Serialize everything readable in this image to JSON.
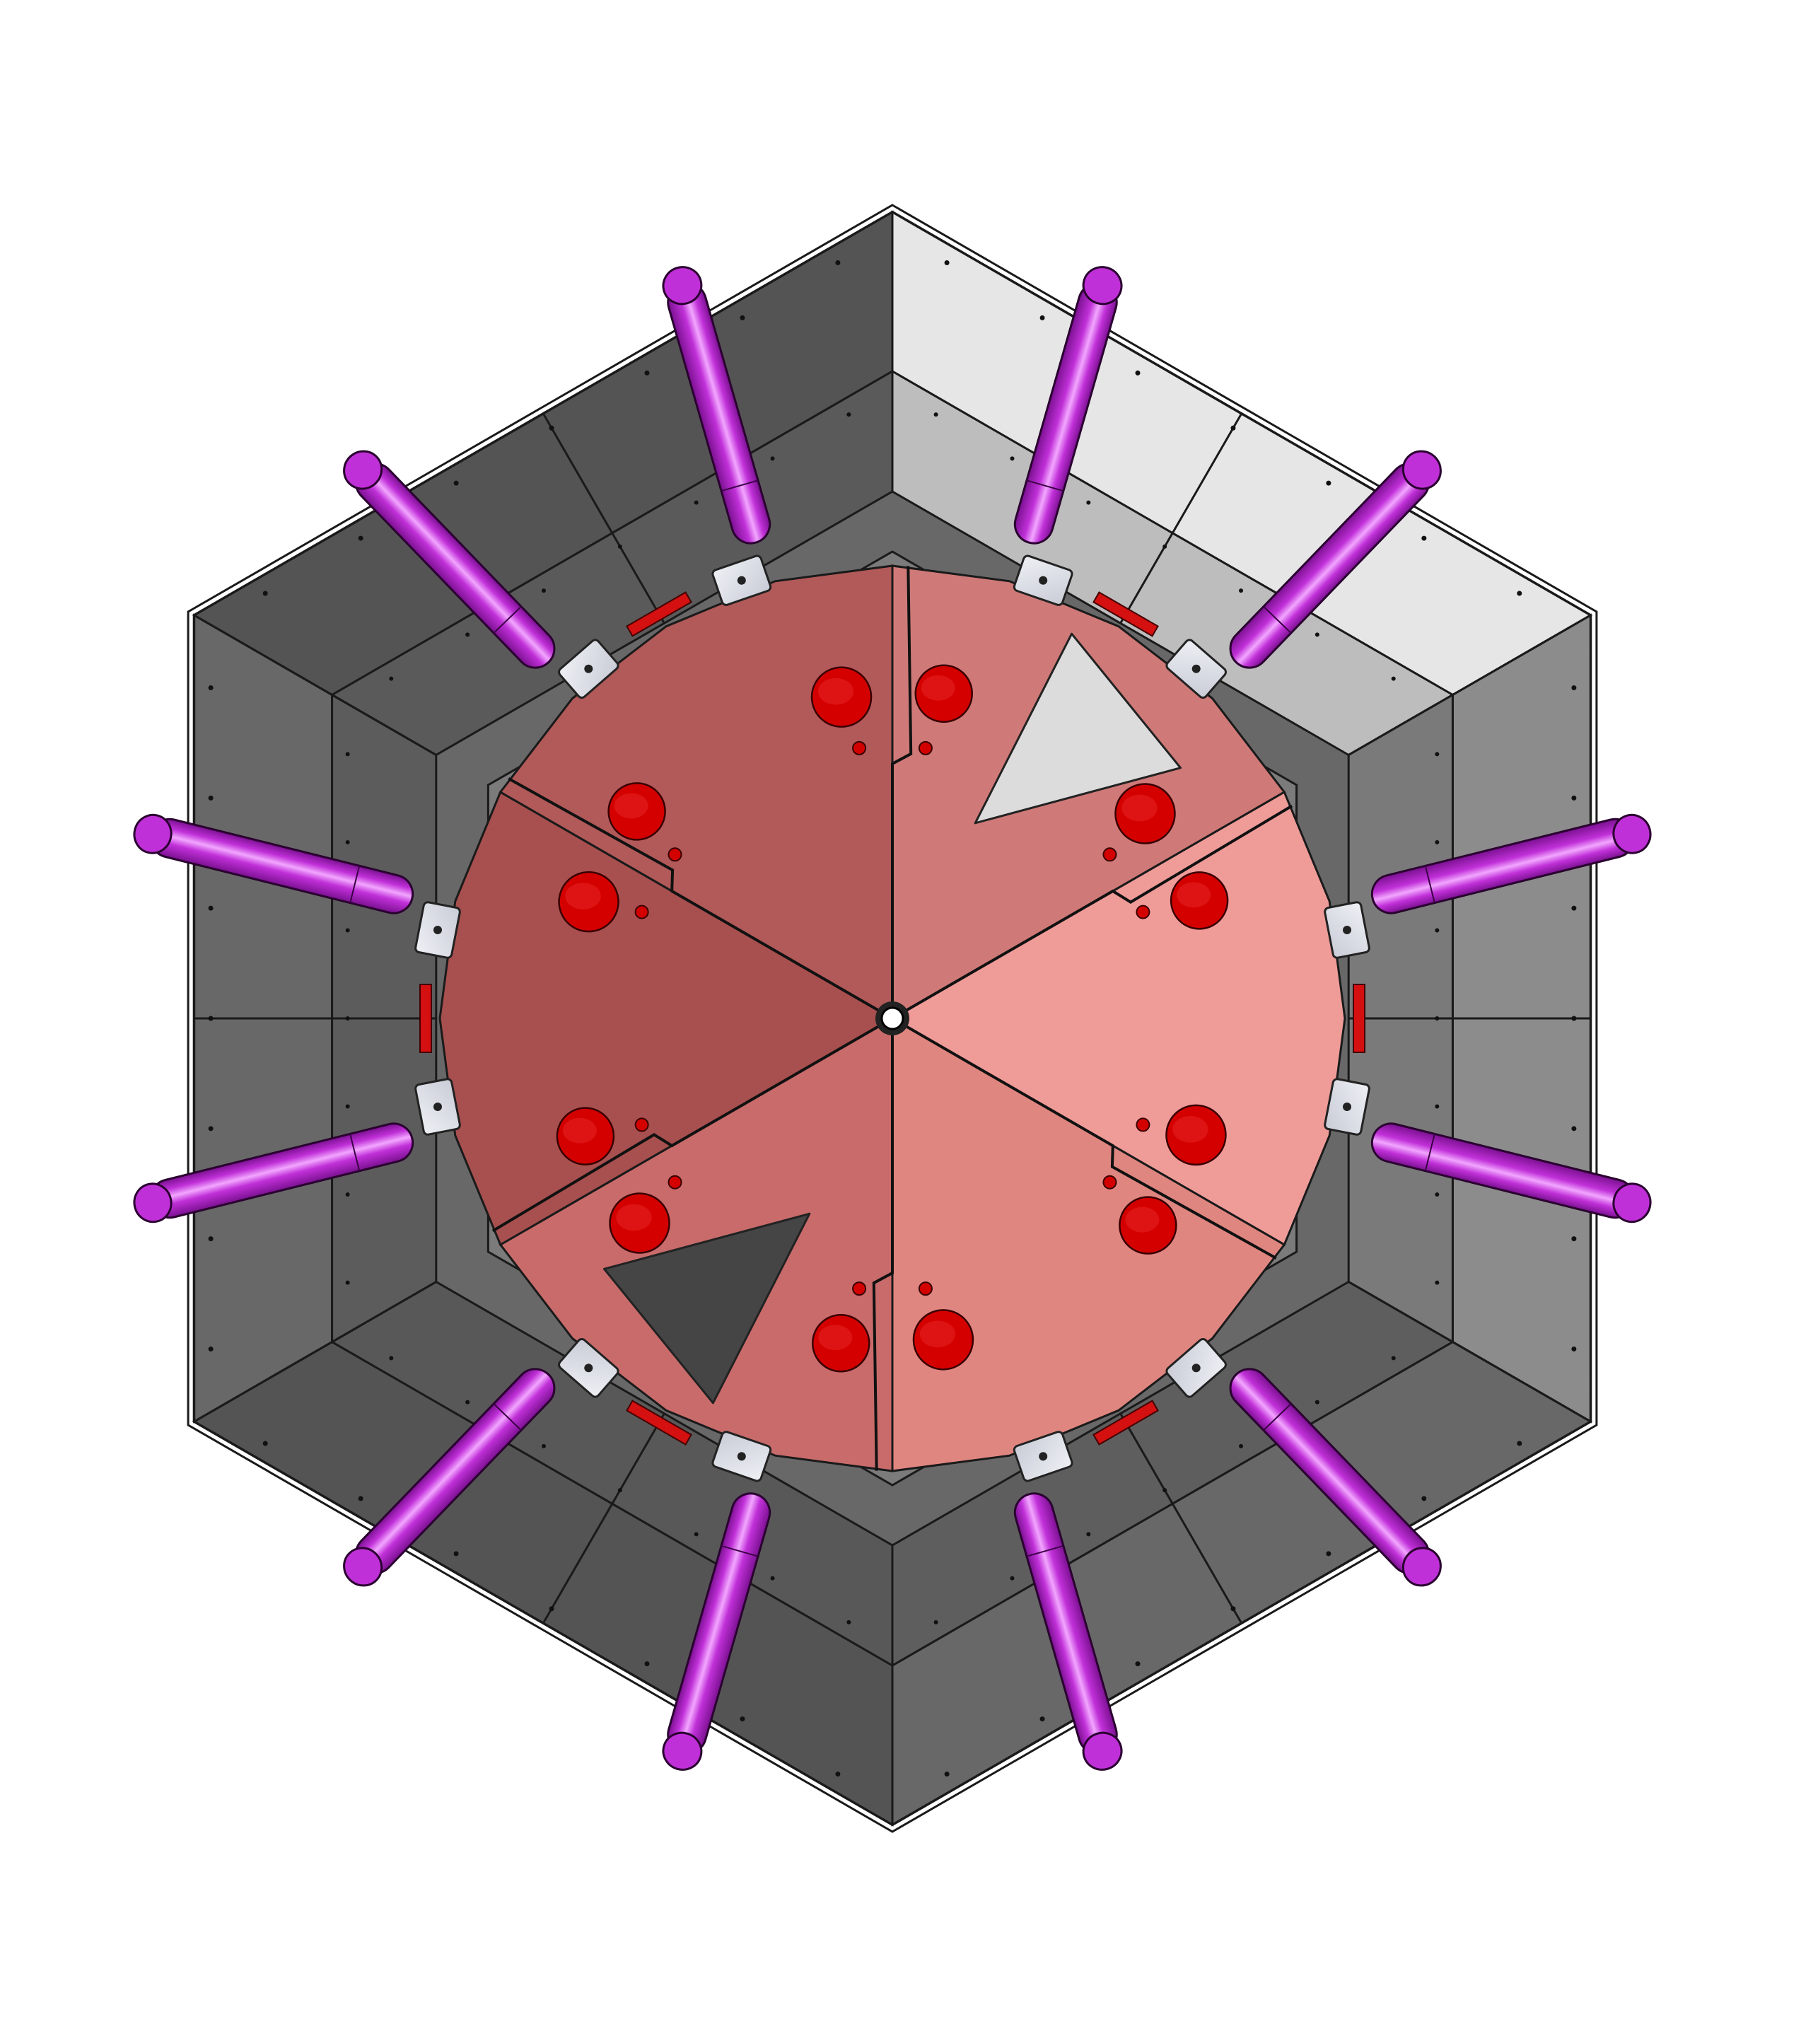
{
  "model": {
    "view": "top",
    "outer_frame": {
      "sides": 6,
      "segments_per_side": 2,
      "colors": {
        "edge": "#1a1a1a",
        "panel_dark": "#545454",
        "panel_mid": "#686868",
        "panel_light": "#8c8c8c",
        "panel_highlight": "#e6e6e6"
      }
    },
    "rods": {
      "count": 12,
      "color": "#c030d8",
      "shade": "#7a1090",
      "highlight": "#f2a6ff"
    },
    "inner_plate": {
      "segments": 6,
      "colors": [
        "#cf7a78",
        "#ef9c99",
        "#e08680",
        "#c96b6b",
        "#a8504f",
        "#b15a59"
      ]
    },
    "holes": {
      "large_per_segment": 2,
      "small_per_segment": 2,
      "color": "#d40000"
    },
    "triangles": [
      {
        "color": "#dcdcdc"
      },
      {
        "color": "#454545"
      }
    ],
    "brackets": {
      "count": 12,
      "color": "#c9ccd6"
    },
    "springs": {
      "count": 6,
      "color": "#d41010"
    },
    "center_hub": {
      "color": "#ffffff"
    }
  }
}
